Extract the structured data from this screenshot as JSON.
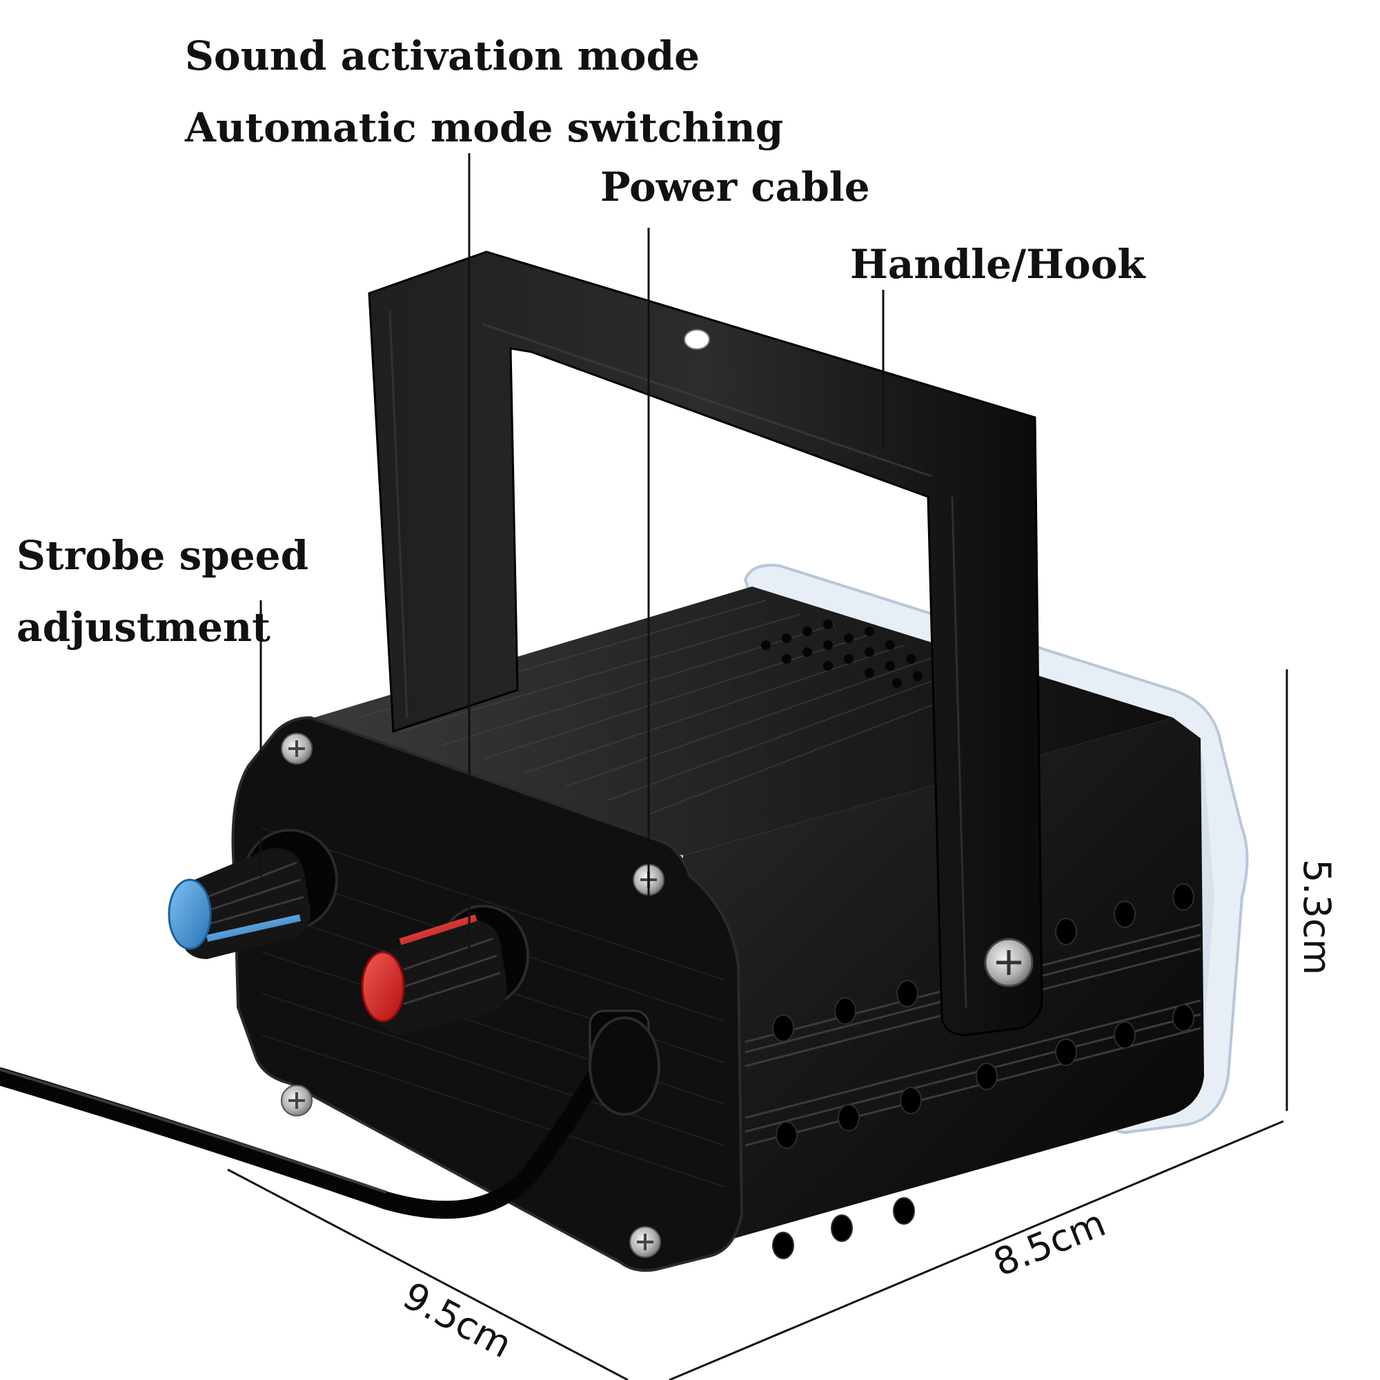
{
  "callouts": {
    "sound_activation": "Sound activation mode",
    "auto_mode": "Automatic mode switching",
    "power_cable": "Power cable",
    "handle_hook": "Handle/Hook",
    "strobe_line1": "Strobe speed",
    "strobe_line2": "adjustment"
  },
  "dimensions": {
    "depth": "9.5cm",
    "width": "8.5cm",
    "height": "5.3cm"
  },
  "colors": {
    "body": "#141414",
    "knob_blue": "#3d8fd6",
    "knob_red": "#d8201e",
    "lens": "#dfe8f2",
    "screw": "#b9b9b9"
  }
}
